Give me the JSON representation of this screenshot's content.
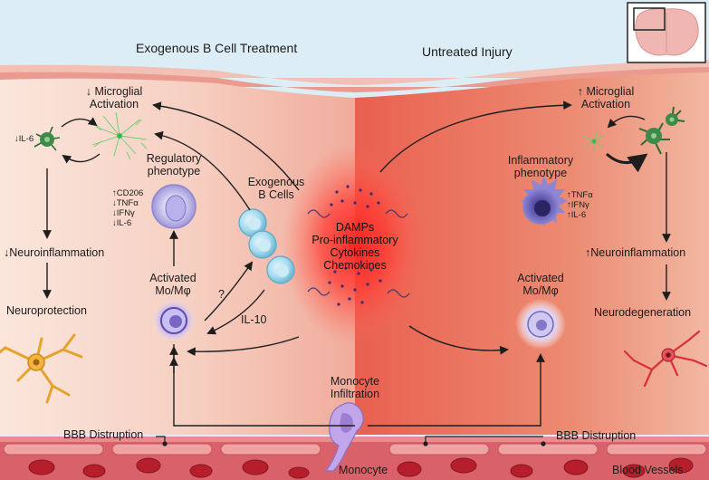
{
  "headers": {
    "left": "Exogenous B Cell Treatment",
    "right": "Untreated Injury"
  },
  "left": {
    "microglia_line1": "↓ Microglial",
    "microglia_line2": "Activation",
    "il6": "↓IL-6",
    "regulatory_line1": "Regulatory",
    "regulatory_line2": "phenotype",
    "markers": [
      "↑CD206",
      "↓TNFα",
      "↓IFNγ",
      "↓IL-6"
    ],
    "neuroinflammation": "↓Neuroinflammation",
    "neuroprotection": "Neuroprotection",
    "activated_line1": "Activated",
    "activated_line2": "Mo/Mφ",
    "question": "?",
    "il10": "IL-10",
    "bbb": "BBB Distruption"
  },
  "center": {
    "bcells_line1": "Exogenous",
    "bcells_line2": "B Cells",
    "damps": [
      "DAMPs",
      "Pro-inflammatory",
      "Cytokines",
      "Chemokines"
    ],
    "infiltration_line1": "Monocyte",
    "infiltration_line2": "Infiltration",
    "monocyte": "Monocyte"
  },
  "right": {
    "microglia_line1": "↑ Microglial",
    "microglia_line2": "Activation",
    "inflammatory_line1": "Inflammatory",
    "inflammatory_line2": "phenotype",
    "markers": [
      "↑TNFα",
      "↑IFNγ",
      "↑IL-6"
    ],
    "neuroinflammation": "↑Neuroinflammation",
    "neurodegeneration": "Neurodegeneration",
    "activated_line1": "Activated",
    "activated_line2": "Mo/Mφ",
    "bbb": "BBB Distruption",
    "vessels": "Blood Vessels"
  },
  "colors": {
    "sky": "#dcedf6",
    "left_tissue": "#f7d8cc",
    "right_tissue": "#e9735f",
    "center_glow": "#ff2a2a",
    "vessel_wall": "#d9626a",
    "rbc": "#b51e2a",
    "regulatory_cell": "#c9c3ee",
    "inflammatory_cell": "#6a5fb8",
    "bcell": "#a8dcec",
    "microglia_green": "#3f8a4a",
    "neuron_left": "#e5a22c",
    "neuron_right": "#d9303a",
    "monocyte": "#b79be0"
  },
  "icons": [
    "brain-thumbnail-icon",
    "microglia-icon",
    "neuron-icon",
    "b-cell-icon",
    "macrophage-icon",
    "red-blood-cell-icon",
    "monocyte-icon"
  ]
}
